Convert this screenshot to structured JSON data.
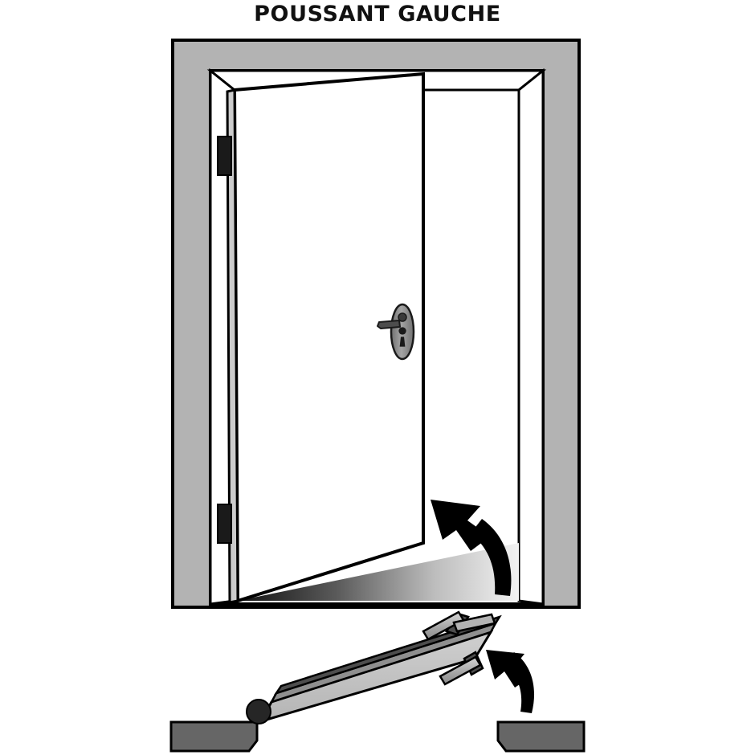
{
  "title": "POUSSANT GAUCHE",
  "diagram": {
    "name": "door-opening-direction-diagram",
    "description_parts": {
      "elevation_view": "elevation-view-of-door-open-in-frame",
      "plan_view": "plan-view-of-door-swing"
    }
  },
  "elevation": {
    "wall_frame": {
      "name": "wall-frame",
      "fill": "#b3b3b3",
      "stroke": "#000000"
    },
    "door_opening": {
      "name": "door-opening",
      "fill": "#ffffff"
    },
    "door_leaf": {
      "name": "door-leaf",
      "fill": "#ffffff",
      "stroke": "#000000"
    },
    "hinges": [
      {
        "name": "hinge-upper",
        "fill": "#1a1a1a"
      },
      {
        "name": "hinge-lower",
        "fill": "#1a1a1a"
      }
    ],
    "handle": {
      "name": "door-handle",
      "escutcheon_fill": "#8c8c8c",
      "lever_fill": "#4d4d4d",
      "keyhole_fill": "#1a1a1a"
    },
    "floor_shadow": {
      "name": "floor-shadow",
      "dark": "#1a1a1a",
      "light": "#ffffff"
    },
    "swing_arrow": {
      "name": "swing-direction-arrow",
      "fill": "#000000",
      "direction": "up-left"
    }
  },
  "plan": {
    "door_slab": {
      "name": "door-slab-plan",
      "face_fill": "#bfbfbf",
      "edge_fill": "#808080",
      "top_band_fill": "#4d4d4d",
      "stroke": "#000000"
    },
    "pivot": {
      "name": "hinge-pivot-ball",
      "fill": "#262626"
    },
    "handles": [
      {
        "name": "handle-lever-upper",
        "bar_fill": "#b3b3b3",
        "block_fill": "#4d4d4d"
      },
      {
        "name": "handle-lever-lower",
        "bar_fill": "#b3b3b3",
        "block_fill": "#4d4d4d"
      }
    ],
    "walls": [
      {
        "name": "wall-block-left",
        "fill": "#666666",
        "stroke": "#000000"
      },
      {
        "name": "wall-block-right",
        "fill": "#666666",
        "stroke": "#000000"
      }
    ],
    "swing_arrow": {
      "name": "plan-swing-direction-arrow",
      "fill": "#000000",
      "direction": "up-left"
    }
  },
  "colors": {
    "line": "#000000",
    "wall_gray": "#b3b3b3",
    "block_gray": "#666666",
    "slab_light": "#bfbfbf",
    "slab_mid": "#808080",
    "slab_dark": "#4d4d4d",
    "background": "#ffffff"
  }
}
